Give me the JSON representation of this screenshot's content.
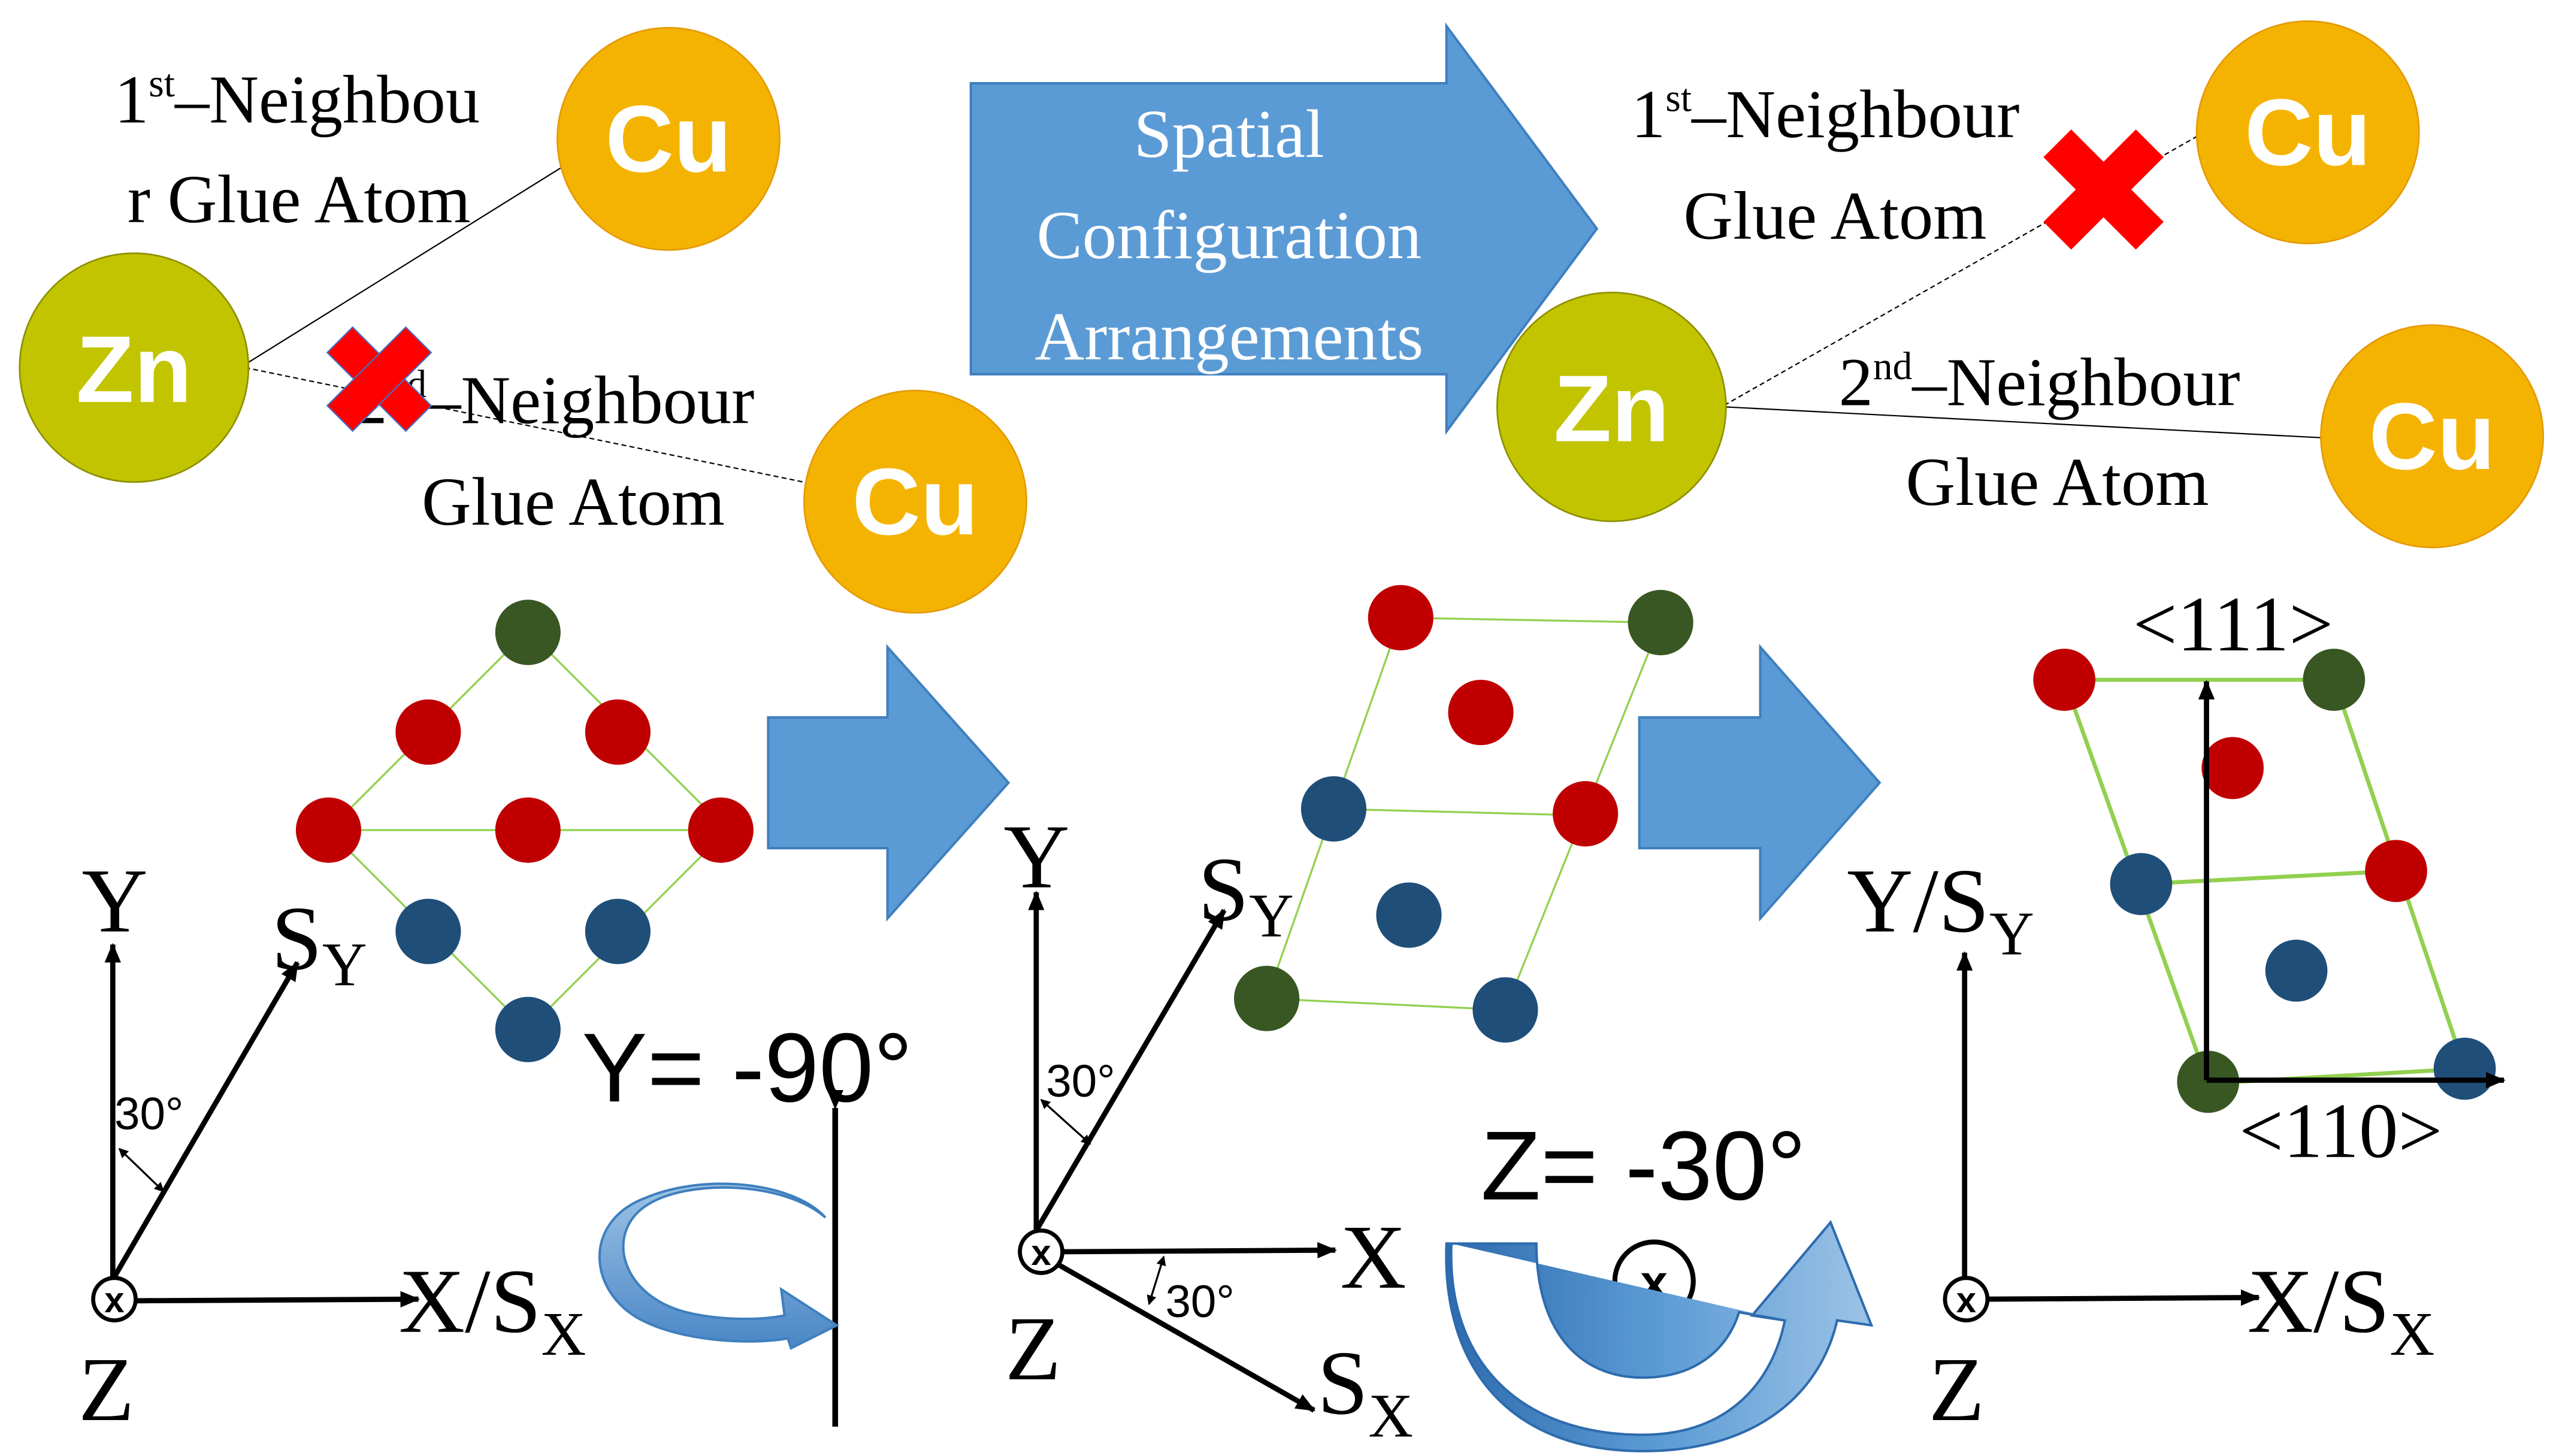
{
  "colors": {
    "cu": "#F5B301",
    "cu_stroke": "#E59A00",
    "zn": "#C2C400",
    "zn_stroke": "#8E9000",
    "arrow_blue": "#5B9BD5",
    "arrow_blue_dark": "#3F7FBE",
    "cross_red": "#FF0000",
    "atom_red": "#C00000",
    "atom_blue": "#1F4E79",
    "atom_green": "#385723",
    "lattice_green": "#92D050"
  },
  "atoms": {
    "cu": "Cu",
    "zn": "Zn"
  },
  "top_left": {
    "first_neighbour": {
      "line1_num": "1",
      "line1_sup": "st",
      "line1_rest": "–Neighbou",
      "line2": "r Glue Atom"
    },
    "second_neighbour": {
      "line1_num": "2",
      "line1_sup": "nd",
      "line1_rest": "–Neighbour",
      "line2": "Glue Atom"
    }
  },
  "top_arrow": {
    "line1": "Spatial",
    "line2": "Configuration",
    "line3": "Arrangements"
  },
  "top_right": {
    "first_neighbour": {
      "line1_num": "1",
      "line1_sup": "st",
      "line1_rest": "–Neighbour",
      "line2": "Glue Atom"
    },
    "second_neighbour": {
      "line1_num": "2",
      "line1_sup": "nd",
      "line1_rest": "–Neighbour",
      "line2": "Glue Atom"
    }
  },
  "panel1": {
    "axis_y": "Y",
    "axis_sy_main": "S",
    "axis_sy_sub": "Y",
    "axis_x": "X/S",
    "axis_x_sub": "X",
    "axis_z": "Z",
    "z_symbol": "x",
    "angle": "30°",
    "rotation_label": "Y= -90°"
  },
  "panel2": {
    "axis_y": "Y",
    "axis_sy_main": "S",
    "axis_sy_sub": "Y",
    "axis_x": "X",
    "axis_sx_main": "S",
    "axis_sx_sub": "X",
    "axis_z": "Z",
    "z_symbol": "x",
    "angle_top": "30°",
    "angle_bottom": "30°",
    "rotation_label": "Z= -30°",
    "rotation_symbol": "x"
  },
  "panel3": {
    "axis_y_main": "Y/S",
    "axis_y_sub": "Y",
    "axis_x_main": "X/S",
    "axis_x_sub": "X",
    "axis_z": "Z",
    "z_symbol": "x",
    "dir_111": "<111>",
    "dir_110": "<110>"
  }
}
